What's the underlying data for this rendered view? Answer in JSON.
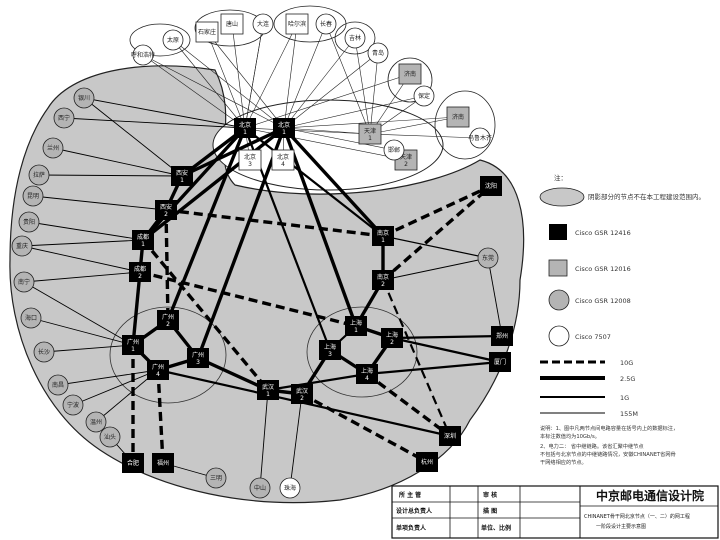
{
  "legend": {
    "header": "注：",
    "items": [
      {
        "kind": "area",
        "text": "阴影部分的节点不在本工程建设范围内。"
      },
      {
        "kind": "black-square",
        "text": "Cisco GSR 12416"
      },
      {
        "kind": "gray-square",
        "text": "Cisco GSR 12016"
      },
      {
        "kind": "gray-circle",
        "text": "Cisco GSR 12008"
      },
      {
        "kind": "white-circle",
        "text": "Cisco 7507"
      },
      {
        "kind": "line-10g",
        "text": "10G"
      },
      {
        "kind": "line-2g5",
        "text": "2.5G"
      },
      {
        "kind": "line-1g",
        "text": "1G"
      },
      {
        "kind": "line-155m",
        "text": "155M"
      }
    ]
  },
  "notes": {
    "line1": "说明：1、图中凡两节点间电路容量在括号内上的数据标注，",
    "line2": "本标注数值均为10Gb/s。",
    "line3": "2、电力二：   省中继链路。该省汇聚中继节点",
    "line4": "不包括与北京节点的中继链路情况，安徽CHINANET省网骨",
    "line5": "干网络相应的节点。"
  },
  "title_block": {
    "org": "中京邮电通信设计院",
    "r1": [
      "所  主  管",
      "审    核"
    ],
    "r2": [
      "设计总负责人",
      "描    图"
    ],
    "r3": [
      "单项负责人",
      "单位、比例"
    ],
    "drawing_title_1": "CHINANET骨干网北京节点（一、二）的网工程",
    "drawing_title_2": "一阶段设计主要示意图"
  },
  "nodes": {
    "bj1": "北京1",
    "bj2": "北京1",
    "bj3": "北京3",
    "bj4": "北京4",
    "tj1": "天津1",
    "tj2": "天津2",
    "xa1": "西安1",
    "xa2": "西安2",
    "cd1": "成都1",
    "cd2": "成都2",
    "gz1": "广州1",
    "gz2": "广州2",
    "gz3": "广州3",
    "gz4": "广州4",
    "wh1": "武汉1",
    "wh2": "武汉2",
    "nj1": "南京1",
    "nj2": "南京2",
    "sh1": "上海1",
    "sh2": "上海2",
    "sh3": "上海3",
    "sh4": "上海4",
    "sy": "沈阳",
    "zz": "郑州",
    "xm": "厦门",
    "sz": "深圳",
    "hz": "杭州",
    "fz": "福州",
    "hf": "合肥",
    "sh_sat1": "济南",
    "t_hhht": "呼和浩特",
    "t_ty": "太原",
    "t_sjz": "石家庄",
    "t_ts": "唐山",
    "t_dl": "大连",
    "t_hrb": "哈尔滨",
    "t_cc": "长春",
    "t_jl": "吉林",
    "t_qd": "青岛",
    "t_jn": "济南",
    "t_bd": "保定",
    "t_wlmq": "乌鲁木齐",
    "t_hd": "邯郸",
    "g_yc": "银川",
    "g_xn": "西宁",
    "g_lz": "兰州",
    "g_ls": "拉萨",
    "g_km": "昆明",
    "g_gy": "贵阳",
    "g_cq": "重庆",
    "g_nn": "南宁",
    "g_hk": "海口",
    "g_cs": "长沙",
    "g_nc": "南昌",
    "g_nb": "宁波",
    "g_wz": "温州",
    "g_st": "汕头",
    "g_sm": "三明",
    "g_zs": "中山",
    "g_zh": "珠海",
    "g_dg": "东莞"
  }
}
